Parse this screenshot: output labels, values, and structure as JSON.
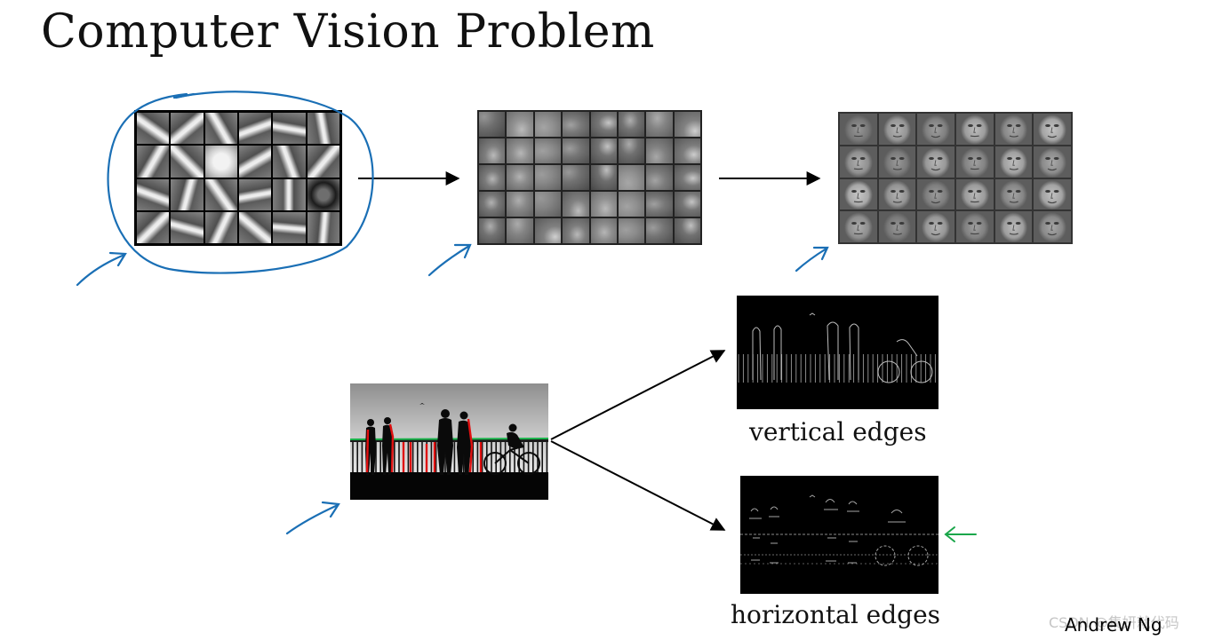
{
  "slide": {
    "title": "Computer Vision Problem",
    "author": "Andrew Ng",
    "watermark": "CSDN @集妍就代码"
  },
  "feature_hierarchy": {
    "level1": {
      "rows": 4,
      "cols": 6,
      "content": "oriented edge filters"
    },
    "level2": {
      "rows": 5,
      "cols": 8,
      "content": "face part features"
    },
    "level3": {
      "rows": 4,
      "cols": 6,
      "content": "whole face features"
    }
  },
  "edge_detection": {
    "input": "silhouettes of people and cyclist at railing",
    "outputs": [
      {
        "label": "vertical edges"
      },
      {
        "label": "horizontal edges"
      }
    ]
  },
  "annotations": {
    "ink_color": "#1a6fb5",
    "green_arrow_color": "#1aa64a",
    "highlight_red": "#e01010",
    "highlight_green": "#19b34a"
  }
}
